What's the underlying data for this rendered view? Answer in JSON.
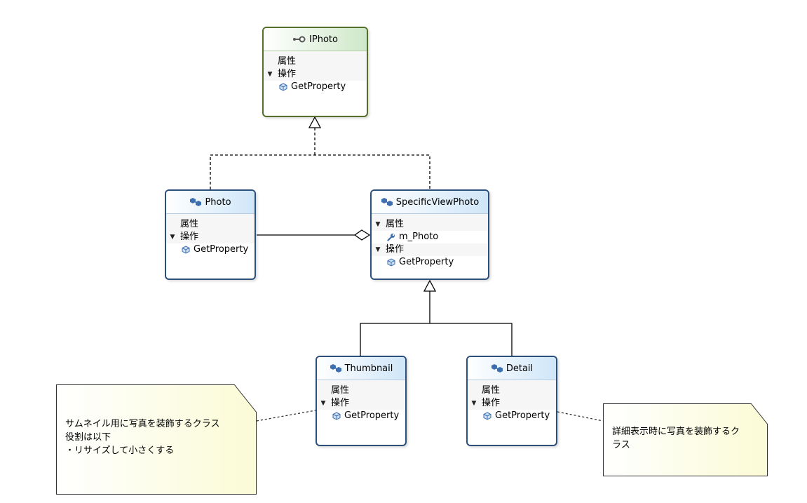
{
  "classes": {
    "iphoto": {
      "name": "IPhoto",
      "icon": "interface-lollipop-icon",
      "sections": [
        {
          "label": "属性",
          "expanded": false,
          "members": []
        },
        {
          "label": "操作",
          "expanded": true,
          "members": [
            {
              "name": "GetProperty",
              "icon": "method-cube-icon"
            }
          ]
        }
      ]
    },
    "photo": {
      "name": "Photo",
      "icon": "class-icon",
      "sections": [
        {
          "label": "属性",
          "expanded": false,
          "members": []
        },
        {
          "label": "操作",
          "expanded": true,
          "members": [
            {
              "name": "GetProperty",
              "icon": "method-cube-icon"
            }
          ]
        }
      ]
    },
    "specific": {
      "name": "SpecificViewPhoto",
      "icon": "class-icon",
      "sections": [
        {
          "label": "属性",
          "expanded": true,
          "members": [
            {
              "name": "m_Photo",
              "icon": "wrench-field-icon"
            }
          ]
        },
        {
          "label": "操作",
          "expanded": true,
          "members": [
            {
              "name": "GetProperty",
              "icon": "method-cube-icon"
            }
          ]
        }
      ]
    },
    "thumbnail": {
      "name": "Thumbnail",
      "icon": "class-icon",
      "sections": [
        {
          "label": "属性",
          "expanded": false,
          "members": []
        },
        {
          "label": "操作",
          "expanded": true,
          "members": [
            {
              "name": "GetProperty",
              "icon": "method-cube-icon"
            }
          ]
        }
      ]
    },
    "detail": {
      "name": "Detail",
      "icon": "class-icon",
      "sections": [
        {
          "label": "属性",
          "expanded": false,
          "members": []
        },
        {
          "label": "操作",
          "expanded": true,
          "members": [
            {
              "name": "GetProperty",
              "icon": "method-cube-icon"
            }
          ]
        }
      ]
    }
  },
  "notes": {
    "thumbnail": {
      "lines": [
        "サムネイル用に写真を装飾するクラス",
        "役割は以下",
        "・リサイズして小さくする"
      ]
    },
    "detail": {
      "lines": [
        "詳細表示時に写真を装飾するク",
        "ラス"
      ]
    }
  },
  "colors": {
    "class_border": "#2c4f7c",
    "interface_border": "#546f2a",
    "class_header": "#cfe6f8",
    "interface_header": "#cfe8c9",
    "note_fill": "#fbfbd6",
    "icon_blue": "#3d6fb0"
  }
}
